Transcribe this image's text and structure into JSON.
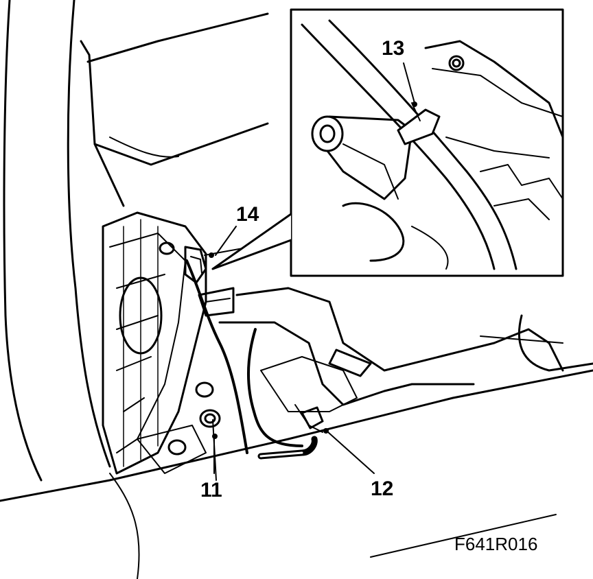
{
  "callouts": {
    "c11": "11",
    "c12": "12",
    "c13": "13",
    "c14": "14"
  },
  "figure_id": "F641R016",
  "colors": {
    "ink": "#000000",
    "paper": "#ffffff"
  }
}
